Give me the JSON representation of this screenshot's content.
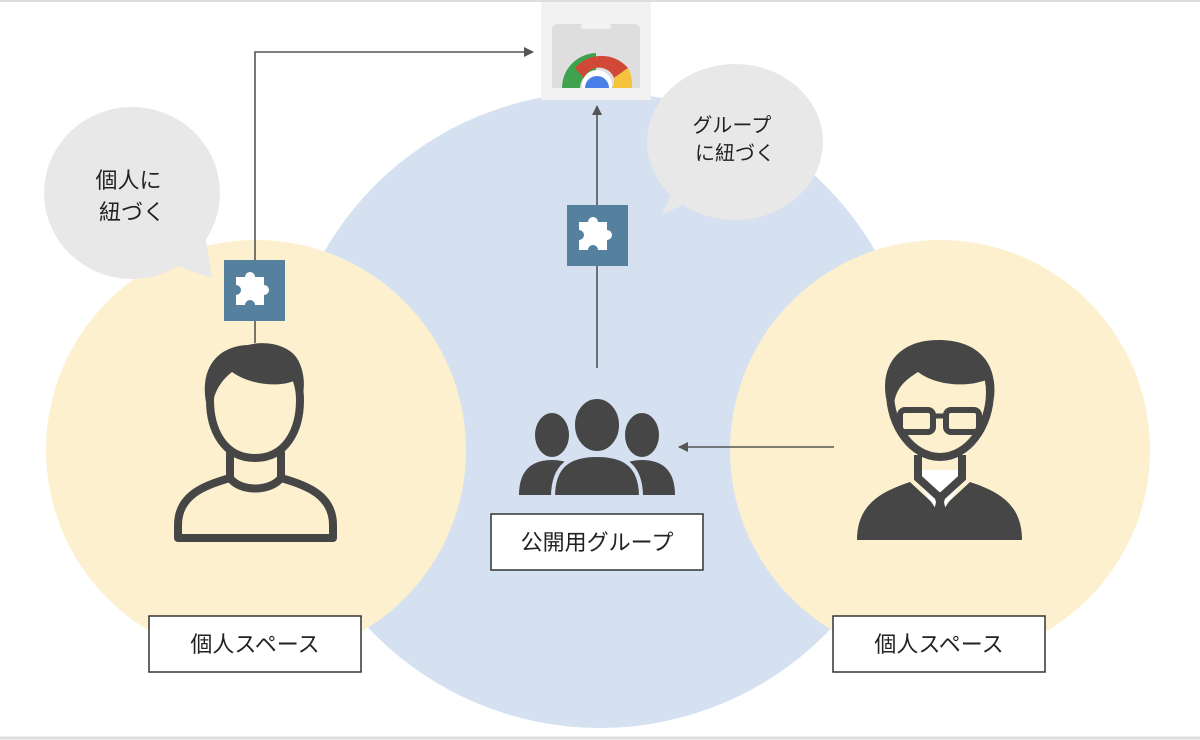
{
  "diagram": {
    "personal_bubble": {
      "lines": [
        "個人に",
        "紐づく"
      ]
    },
    "group_bubble": {
      "lines": [
        "グループ",
        "に紐づく"
      ]
    },
    "labels": {
      "left_space": "個人スペース",
      "right_space": "個人スペース",
      "group": "公開用グループ"
    },
    "icons": {
      "store": "chrome-web-store-icon",
      "extension": "puzzle-piece-icon",
      "person": "person-icon",
      "businessman": "businessman-icon",
      "group": "group-icon"
    },
    "colors": {
      "personal_space": "#FCF0CF",
      "group_space": "#D5E1F0",
      "bubble": "#E8E8E8",
      "extension_tile": "#55809E",
      "figure": "#464646",
      "arrow": "#555555"
    }
  }
}
